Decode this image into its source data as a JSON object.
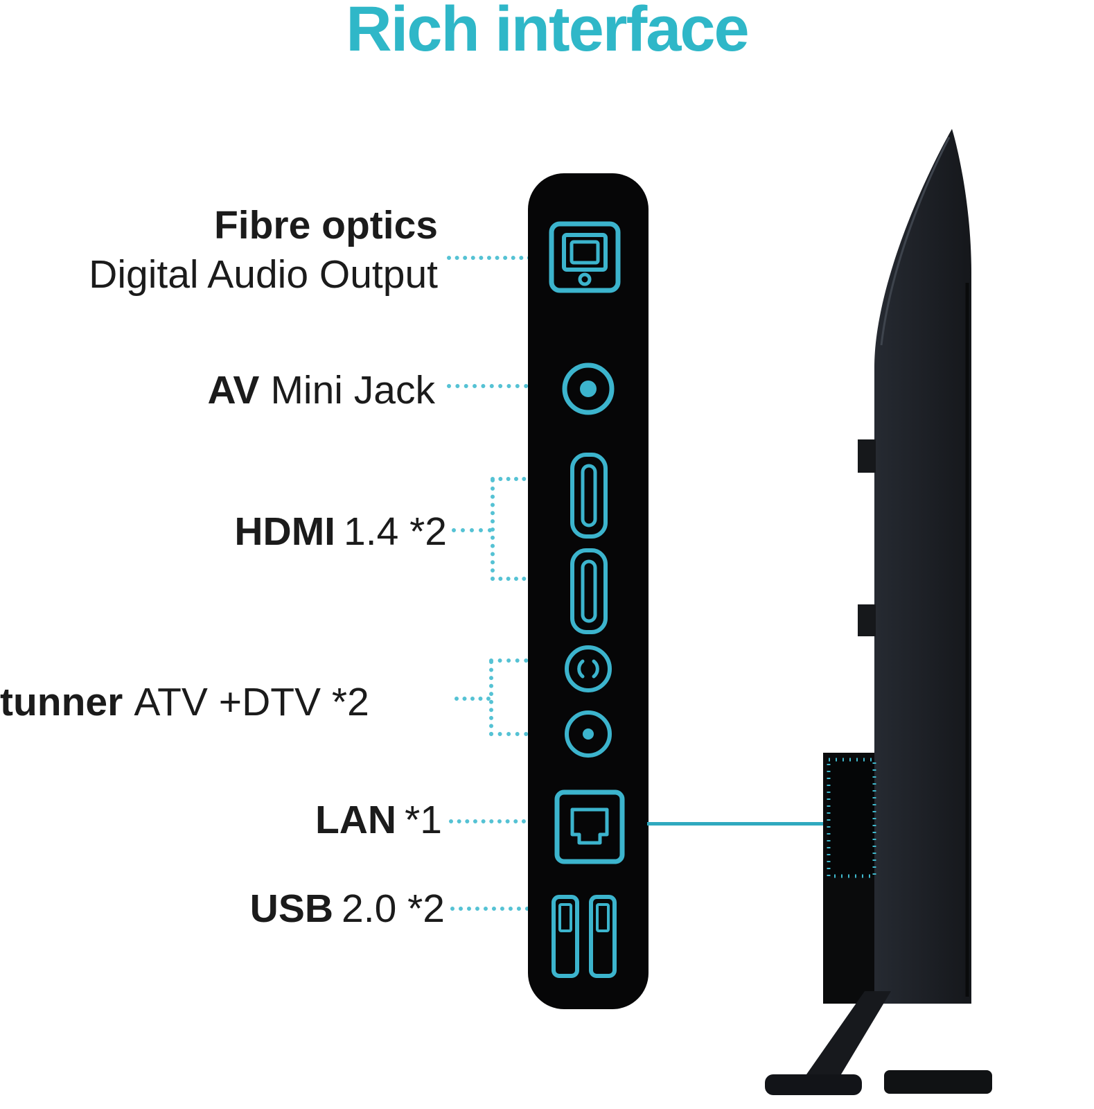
{
  "title": "Rich interface",
  "colors": {
    "accent_title": "#2fb7c8",
    "port_outline": "#3cb4cd",
    "leader_dots": "#55c2d4",
    "panel_background": "#060607",
    "label_text": "#1b1b1b",
    "connector_line": "#2fa9bf"
  },
  "labels": {
    "fibre": {
      "bold": "Fibre optics",
      "regular": "Digital Audio Output"
    },
    "av": {
      "bold": "AV",
      "regular": "Mini Jack"
    },
    "hdmi": {
      "bold": "HDMI",
      "regular": "1.4 *2"
    },
    "tuner": {
      "bold": "tunner",
      "regular": "ATV +DTV *2"
    },
    "lan": {
      "bold": "LAN",
      "regular": "*1"
    },
    "usb": {
      "bold": "USB",
      "regular": "2.0 *2"
    }
  },
  "ports": [
    {
      "icon": "optical-audio-port-icon"
    },
    {
      "icon": "av-mini-jack-port-icon"
    },
    {
      "icon": "hdmi-port-1-icon"
    },
    {
      "icon": "hdmi-port-2-icon"
    },
    {
      "icon": "antenna-atv-port-icon"
    },
    {
      "icon": "antenna-dtv-port-icon"
    },
    {
      "icon": "lan-port-icon"
    },
    {
      "icon": "usb-port-1-icon"
    },
    {
      "icon": "usb-port-2-icon"
    }
  ]
}
